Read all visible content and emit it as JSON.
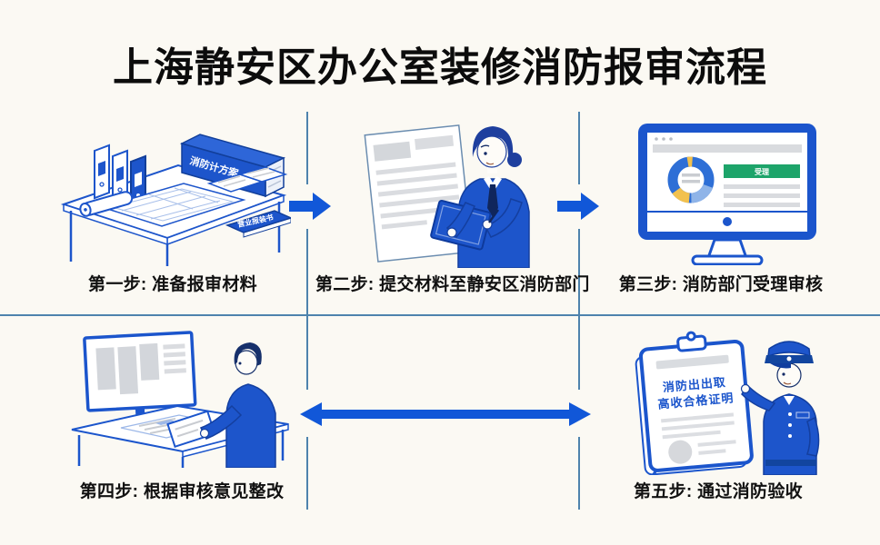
{
  "title": "上海静安区办公室装修消防报审流程",
  "steps": [
    {
      "label": "第一步: 准备报审材料",
      "illustration": "desk-with-application-materials",
      "book_stack_spine": "消防计方案",
      "folder_cover_text": "营业报装书"
    },
    {
      "label": "第二步: 提交材料至静安区消防部门",
      "illustration": "clerk-holding-clipboard-with-document"
    },
    {
      "label": "第三步: 消防部门受理审核",
      "illustration": "computer-monitor-review-dashboard",
      "screen_banner": "受理"
    },
    {
      "label": "第四步: 根据审核意见整改",
      "illustration": "man-revising-plans-at-workstation"
    },
    {
      "label": "第五步: 通过消防验收",
      "illustration": "fire-officer-with-acceptance-certificate",
      "certificate_line1": "消防出出取",
      "certificate_line2": "高收合格证明"
    }
  ],
  "arrows": {
    "step1_to_step2": "right-arrow",
    "step2_to_step3": "right-arrow",
    "step4_step5": "double-headed-arrow"
  },
  "colors": {
    "background": "#fbf9f3",
    "title": "#0c0c0c",
    "divider": "#4e83ad",
    "arrow": "#1157d8",
    "primary_blue": "#1d55cb",
    "dark_navy": "#10265c",
    "green": "#1da46a",
    "yellow": "#f2c14e",
    "light_blue": "#8fb4e8",
    "gray": "#d6d8dc"
  }
}
